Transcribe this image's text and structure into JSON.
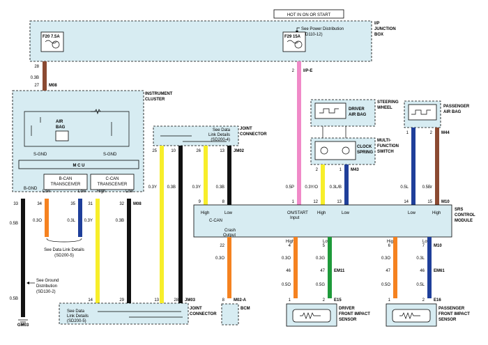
{
  "hot_label": "HOT IN ON OR START",
  "ip_box": {
    "title_l1": "I/P",
    "title_l2": "JUNCTION",
    "title_l3": "BOX",
    "fuse_left": "F20 7.5A",
    "fuse_right": "F29 15A",
    "note_l1": "See Power Distribution",
    "note_l2": "(SD110-12)"
  },
  "cluster": {
    "title_l1": "INSTRUMENT",
    "title_l2": "CLUSTER",
    "mcu": "M C U",
    "airbag": "AIR",
    "airbag2": "BAG",
    "sgnd": "S-GND",
    "bcan_l1": "B-CAN",
    "bcan_l2": "TRANSCEIVER",
    "ccan_l1": "C-CAN",
    "ccan_l2": "TRANSCEIVER",
    "bgnd": "B-GND",
    "low": "Low",
    "high": "High"
  },
  "joint_top": {
    "title_l1": "JOINT",
    "title_l2": "CONNECTOR",
    "note_l1": "See Data",
    "note_l2": "Link Details",
    "note_l3": "(SD200-4)"
  },
  "joint_bottom": {
    "title_l1": "JOINT",
    "title_l2": "CONNECTOR",
    "note_l1": "See Data",
    "note_l2": "Link Details",
    "note_l3": "(SD200-5)"
  },
  "data_link_note": {
    "l1": "See Data Link Details",
    "l2": "(SD200-5)"
  },
  "ground_note": {
    "l1": "See Ground",
    "l2": "Distribution",
    "l3": "(SD130-2)"
  },
  "steering": {
    "title_l1": "STEERING",
    "title_l2": "WHEEL",
    "inner_l1": "DRIVER",
    "inner_l2": "AIR BAG"
  },
  "multi": {
    "title_l1": "MULTI-",
    "title_l2": "FUNCTION",
    "title_l3": "SWITCH",
    "inner_l1": "CLOCK",
    "inner_l2": "SPRING"
  },
  "pass_bag": {
    "title_l1": "PASSENGER",
    "title_l2": "AIR BAG"
  },
  "srs": {
    "title_l1": "SRS",
    "title_l2": "CONTROL",
    "title_l3": "MODULE",
    "ccan": "C-CAN",
    "high": "High",
    "low": "Low",
    "on_l1": "ON/START",
    "on_l2": "Input",
    "crash_l1": "Crash",
    "crash_l2": "Output"
  },
  "bcm": "BCM",
  "dfis": {
    "l1": "DRIVER",
    "l2": "FRONT IMPACT",
    "l3": "SENSOR"
  },
  "pfis": {
    "l1": "PASSENGER",
    "l2": "FRONT IMPACT",
    "l3": "SENSOR"
  },
  "connectors": {
    "m08": "M08",
    "ipe": "I/P-E",
    "jm02": "JM02",
    "jm03": "JM03",
    "m43": "M43",
    "m44": "M44",
    "m10": "M10",
    "m02a": "M02-A",
    "em11": "EM11",
    "em61": "EM61",
    "e15": "E15",
    "e16": "E16",
    "gm03": "GM03"
  },
  "pins": {
    "p28": "28",
    "p27": "27",
    "p2": "2",
    "p33": "33",
    "p34": "34",
    "p35": "35",
    "p31": "31",
    "p32": "32",
    "p25": "25",
    "p10": "10",
    "p26": "26",
    "p13": "13",
    "p14": "14",
    "p29": "29",
    "p13b": "13",
    "p28b": "28",
    "p9": "9",
    "p8": "8",
    "p1": "1",
    "p12": "12",
    "p13c": "13",
    "p14b": "14",
    "p15": "15",
    "p22": "22",
    "p4": "4",
    "p5": "5",
    "p6": "6",
    "p7": "7",
    "p46": "46",
    "p47": "47",
    "p47b": "47",
    "p46b": "46",
    "p1a": "1",
    "p2a": "2",
    "p1b": "1",
    "p2b": "2",
    "p8b": "8",
    "p2c": "2",
    "p1c": "1",
    "p1d": "1",
    "p2d": "2"
  },
  "wires": {
    "w03b": "0.3B",
    "w05p": "0.5P",
    "w05b": "0.5B",
    "w03o": "0.3O",
    "w03l": "0.3L",
    "w03y": "0.3Y",
    "w03yo": "0.3Y/O",
    "w03lb": "0.3L/B",
    "w05l": "0.5L",
    "w05br": "0.5Br",
    "w03g": "0.3G",
    "w05o": "0.5O",
    "w05g": "0.5G"
  },
  "colors": {
    "box_fill": "#d7ecf2",
    "brown": "#8b4a32",
    "pink": "#f08ac8",
    "black": "#111111",
    "orange": "#f58220",
    "blue": "#1f3f9a",
    "yellow": "#f7ee2a",
    "green": "#1e9a3a"
  }
}
